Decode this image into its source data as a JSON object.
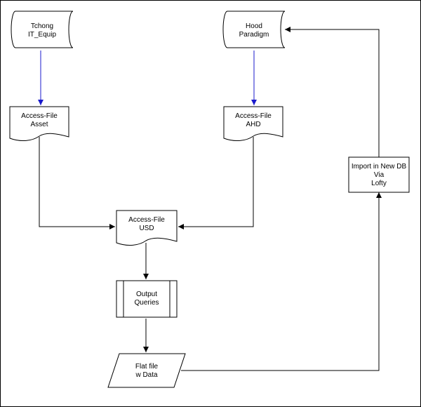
{
  "nodes": {
    "tchong": {
      "shape": "stored-data",
      "lines": [
        "Tchong",
        "IT_Equip"
      ]
    },
    "hood": {
      "shape": "stored-data",
      "lines": [
        "Hood",
        "Paradigm"
      ]
    },
    "access_asset": {
      "shape": "document",
      "lines": [
        "Access-File",
        "Asset"
      ]
    },
    "access_ahd": {
      "shape": "document",
      "lines": [
        "Access-File",
        "AHD"
      ]
    },
    "access_usd": {
      "shape": "document",
      "lines": [
        "Access-File",
        "USD"
      ]
    },
    "output_queries": {
      "shape": "predefined-process",
      "lines": [
        "Output",
        "Queries"
      ]
    },
    "flat_file": {
      "shape": "data",
      "lines": [
        "Flat file",
        "w Data"
      ]
    },
    "import_db": {
      "shape": "process",
      "lines": [
        "Import in New DB",
        "Via",
        "Lofty"
      ]
    }
  },
  "edges": [
    {
      "from": "tchong",
      "to": "access_asset",
      "color": "#1a1acc"
    },
    {
      "from": "hood",
      "to": "access_ahd",
      "color": "#1a1acc"
    },
    {
      "from": "access_asset",
      "to": "access_usd",
      "color": "#000000"
    },
    {
      "from": "access_ahd",
      "to": "access_usd",
      "color": "#000000"
    },
    {
      "from": "access_usd",
      "to": "output_queries",
      "color": "#000000"
    },
    {
      "from": "output_queries",
      "to": "flat_file",
      "color": "#000000"
    },
    {
      "from": "flat_file",
      "to": "import_db",
      "color": "#000000"
    },
    {
      "from": "import_db",
      "to": "hood",
      "color": "#000000"
    }
  ]
}
